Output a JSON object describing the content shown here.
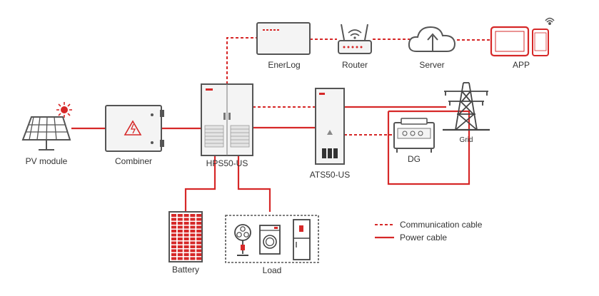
{
  "colors": {
    "power": "#d62828",
    "comm": "#d62828",
    "outline": "#555555",
    "fill": "#f4f4f4",
    "accent": "#d62828",
    "text": "#333333"
  },
  "nodes": {
    "pv": {
      "label": "PV module",
      "icon": "solar-panel-icon"
    },
    "combiner": {
      "label": "Combiner",
      "icon": "combiner-box-icon"
    },
    "hps": {
      "label": "HPS50-US",
      "icon": "inverter-cabinet-icon"
    },
    "ats": {
      "label": "ATS50-US",
      "icon": "ats-cabinet-icon"
    },
    "dg": {
      "label": "DG",
      "icon": "diesel-generator-icon"
    },
    "grid": {
      "label": "Grid",
      "icon": "power-tower-icon"
    },
    "enerlog": {
      "label": "EnerLog",
      "icon": "data-logger-icon"
    },
    "router": {
      "label": "Router",
      "icon": "router-icon"
    },
    "server": {
      "label": "Server",
      "icon": "cloud-server-icon"
    },
    "app": {
      "label": "APP",
      "icon": "tablet-phone-icon"
    },
    "battery": {
      "label": "Battery",
      "icon": "battery-rack-icon"
    },
    "load": {
      "label": "Load",
      "icon": "household-load-icon"
    }
  },
  "legend": {
    "comm_label": "Communication cable",
    "power_label": "Power cable"
  }
}
